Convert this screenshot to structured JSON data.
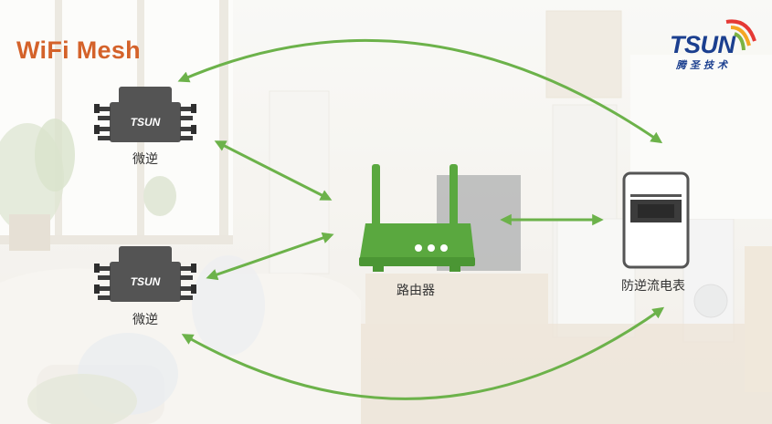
{
  "header": {
    "title": "WiFi Mesh",
    "title_color": "#d4622a"
  },
  "logo": {
    "brand": "TSUN",
    "subtitle": "腾圣技术",
    "brand_color": "#1b3f8f",
    "arc_colors": [
      "#e53935",
      "#f5a623",
      "#7cb342"
    ]
  },
  "nodes": {
    "inverter_top": {
      "label": "微逆",
      "logo_text": "TSUN"
    },
    "inverter_bottom": {
      "label": "微逆",
      "logo_text": "TSUN"
    },
    "router": {
      "label": "路由器"
    },
    "meter": {
      "label": "防逆流电表"
    }
  },
  "colors": {
    "arrow": "#6cb24a",
    "router": "#5aa83f",
    "device_dark": "#545454"
  }
}
